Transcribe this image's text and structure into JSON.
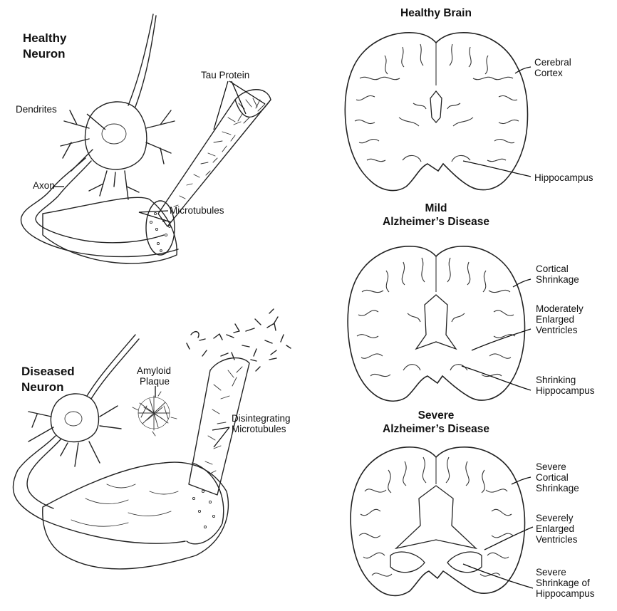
{
  "neurons": {
    "healthy": {
      "title_line1": "Healthy",
      "title_line2": "Neuron",
      "labels": {
        "dendrites": "Dendrites",
        "axon": "Axon",
        "tau_protein": "Tau Protein",
        "microtubules": "Microtubules"
      }
    },
    "diseased": {
      "title_line1": "Diseased",
      "title_line2": "Neuron",
      "labels": {
        "amyloid_line1": "Amyloid",
        "amyloid_line2": "Plaque",
        "disintegrating_line1": "Disintegrating",
        "disintegrating_line2": "Microtubules"
      }
    }
  },
  "brains": {
    "healthy": {
      "title": "Healthy Brain",
      "labels": {
        "cortex_line1": "Cerebral",
        "cortex_line2": "Cortex",
        "hippocampus": "Hippocampus"
      }
    },
    "mild": {
      "title_line1": "Mild",
      "title_line2": "Alzheimer’s Disease",
      "labels": {
        "cortical_line1": "Cortical",
        "cortical_line2": "Shrinkage",
        "ventricles_line1": "Moderately",
        "ventricles_line2": "Enlarged",
        "ventricles_line3": "Ventricles",
        "hippo_line1": "Shrinking",
        "hippo_line2": "Hippocampus"
      }
    },
    "severe": {
      "title_line1": "Severe",
      "title_line2": "Alzheimer’s Disease",
      "labels": {
        "cortical_line1": "Severe",
        "cortical_line2": "Cortical",
        "cortical_line3": "Shrinkage",
        "ventricles_line1": "Severely",
        "ventricles_line2": "Enlarged",
        "ventricles_line3": "Ventricles",
        "hippo_line1": "Severe",
        "hippo_line2": "Shrinkage of",
        "hippo_line3": "Hippocampus"
      }
    }
  }
}
